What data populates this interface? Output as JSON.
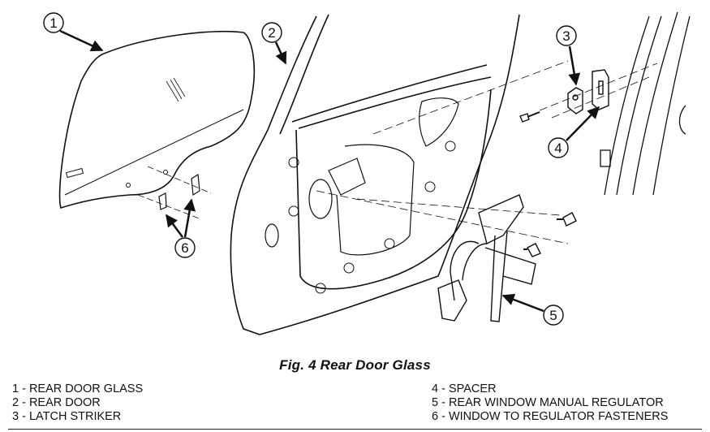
{
  "figure": {
    "caption": "Fig. 4 Rear Door Glass",
    "callouts": [
      "1",
      "2",
      "3",
      "4",
      "5",
      "6"
    ]
  },
  "legend": {
    "left": [
      "1 - REAR DOOR GLASS",
      "2 - REAR DOOR",
      "3 - LATCH STRIKER"
    ],
    "right": [
      "4 - SPACER",
      "5 - REAR WINDOW MANUAL REGULATOR",
      "6 - WINDOW TO REGULATOR FASTENERS"
    ]
  }
}
